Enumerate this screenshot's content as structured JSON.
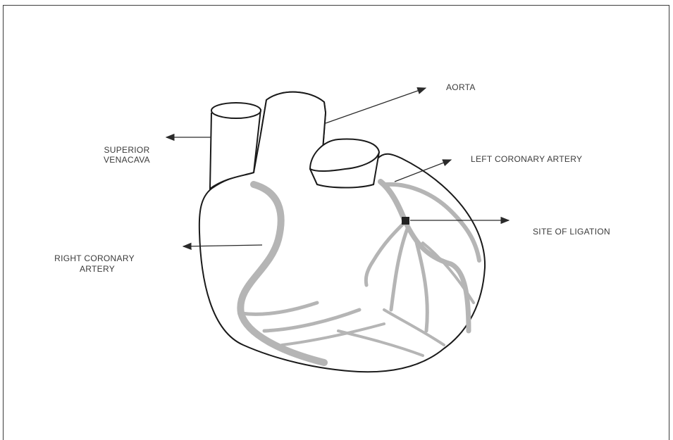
{
  "labels": {
    "aorta": "AORTA",
    "superior_venacava_line1": "SUPERIOR",
    "superior_venacava_line2": "VENACAVA",
    "left_coronary_artery": "LEFT CORONARY ARTERY",
    "site_of_ligation": "SITE OF LIGATION",
    "right_coronary_artery_line1": "RIGHT CORONARY",
    "right_coronary_artery_line2": "ARTERY"
  },
  "colors": {
    "outline": "#1a1a1a",
    "vessel": "#b5b5b5",
    "ligation": "#222222",
    "text": "#3a3a3a"
  }
}
